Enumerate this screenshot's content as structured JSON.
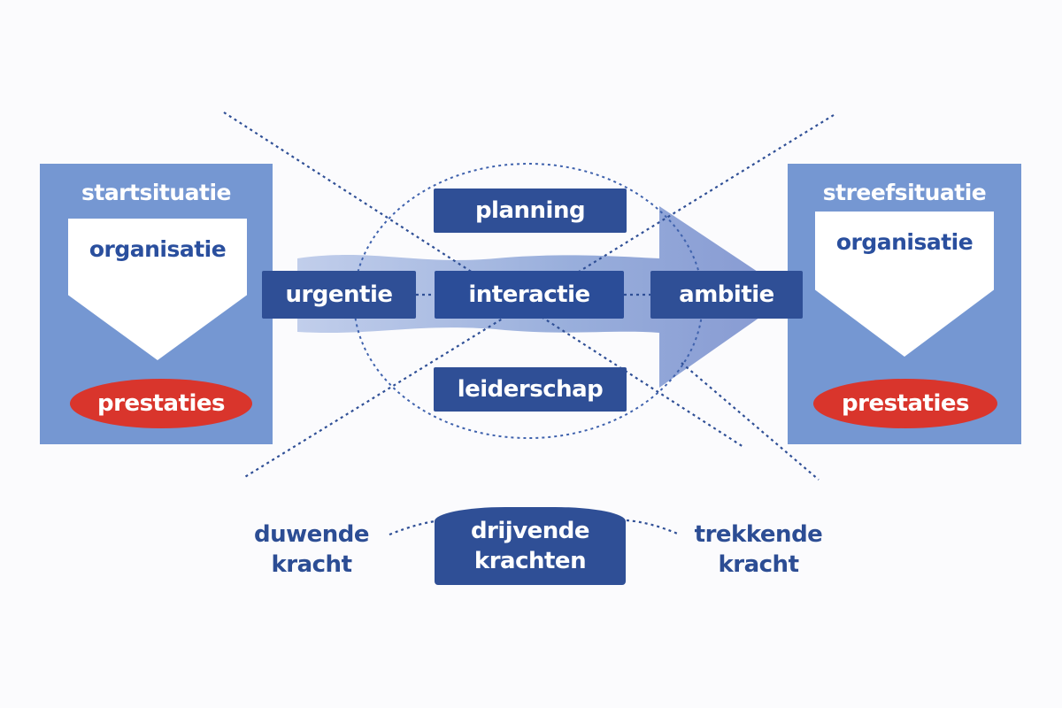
{
  "start": {
    "title": "startsituatie",
    "organisation": "organisatie",
    "performance": "prestaties"
  },
  "target": {
    "title": "streefsituatie",
    "organisation": "organisatie",
    "performance": "prestaties"
  },
  "center": {
    "top": "planning",
    "left": "urgentie",
    "middle": "interactie",
    "right": "ambitie",
    "bottom": "leiderschap"
  },
  "forces": {
    "pushing_line1": "duwende",
    "pushing_line2": "kracht",
    "driving_line1": "drijvende",
    "driving_line2": "krachten",
    "pulling_line1": "trekkende",
    "pulling_line2": "kracht"
  },
  "colors": {
    "panel_blue": "#7597d2",
    "dark_blue": "#2f4f96",
    "red": "#d9352c",
    "arrow_blue": "#8ea6d8"
  }
}
